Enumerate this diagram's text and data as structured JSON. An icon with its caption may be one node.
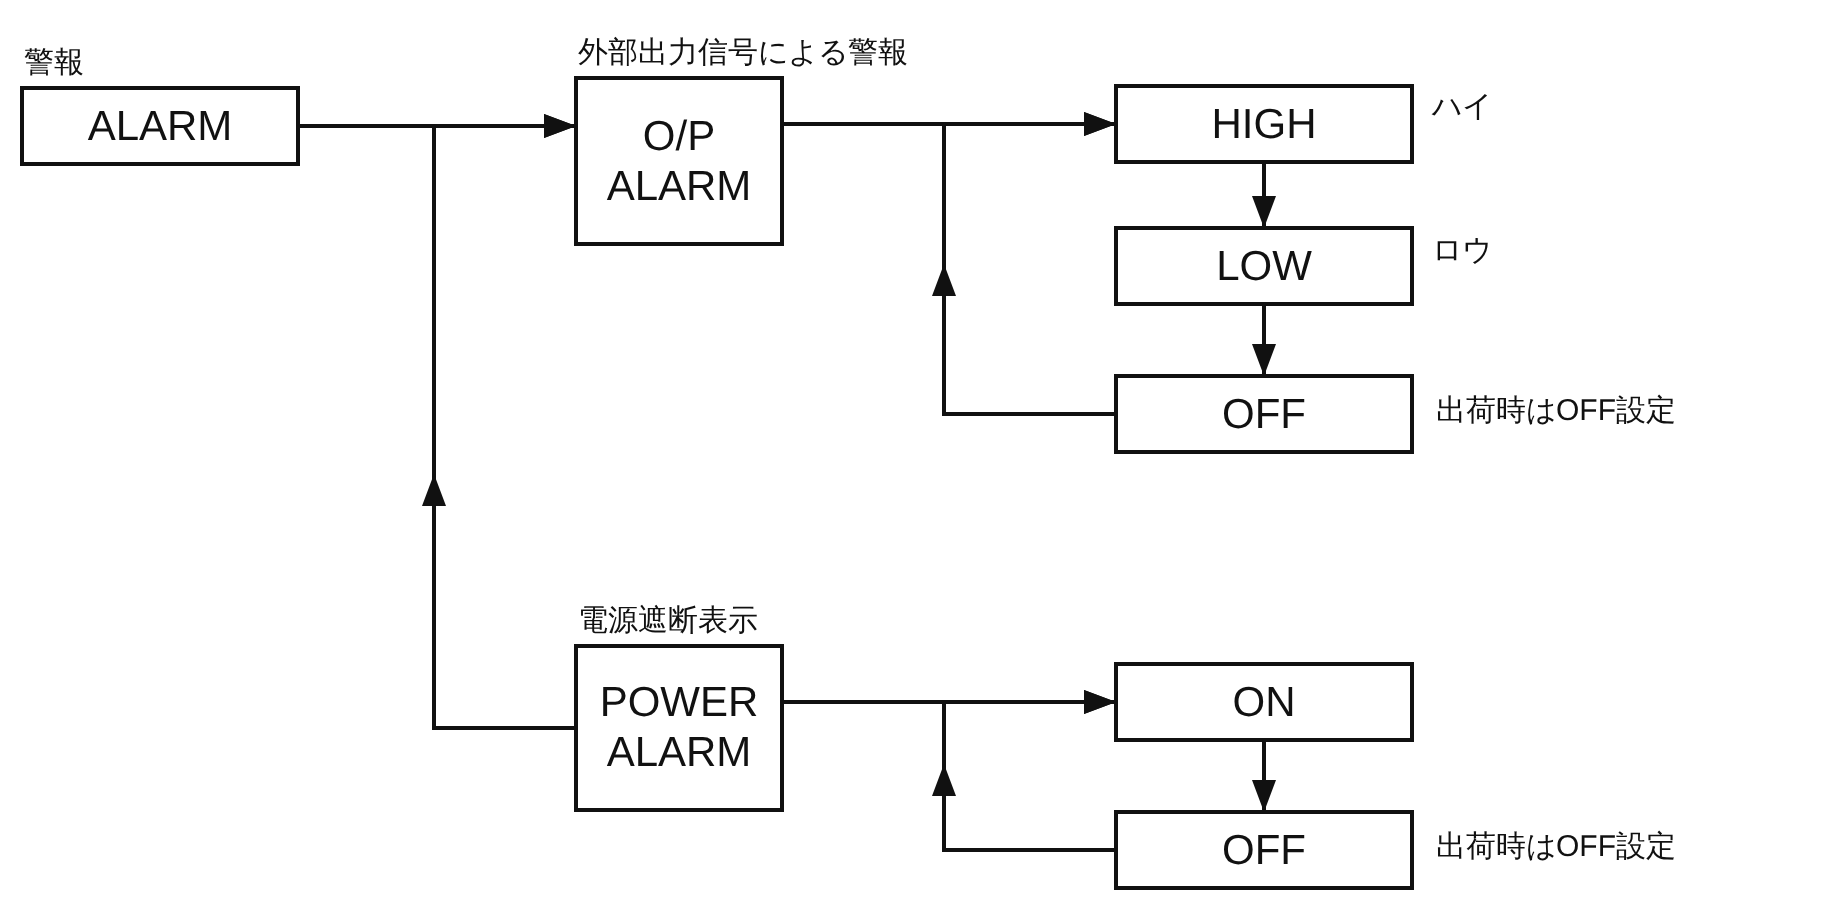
{
  "diagram": {
    "nodes": [
      {
        "text": [
          "警報",
          "ALARM"
        ]
      },
      {
        "text": [
          "外部出力信号による警報",
          "O/P ALARM"
        ]
      },
      {
        "text": [
          "HIGH"
        ],
        "beside": [
          "ハイ"
        ]
      },
      {
        "text": [
          "LOW"
        ],
        "beside": [
          "ロウ"
        ]
      },
      {
        "text": [
          "OFF"
        ],
        "beside": [
          "出荷時はOFF設定"
        ]
      },
      {
        "text": [
          "電源遮断表示",
          "POWER ALARM"
        ]
      },
      {
        "text": [
          "ON"
        ]
      },
      {
        "text": [
          "OFF"
        ],
        "beside": [
          "出荷時はOFF設定"
        ]
      }
    ],
    "edges": [
      {
        "from": 0,
        "to": 1,
        "arrow": "to"
      },
      {
        "from": 5,
        "to": 1,
        "arrow": "to"
      },
      {
        "from": 1,
        "to": 2,
        "arrow": "to"
      },
      {
        "from": 2,
        "to": 3,
        "arrow": "to"
      },
      {
        "from": 3,
        "to": 4,
        "arrow": "to"
      },
      {
        "from": 4,
        "to": 2,
        "arrow": "to"
      },
      {
        "from": 5,
        "to": 6,
        "arrow": "to"
      },
      {
        "from": 6,
        "to": 7,
        "arrow": "to"
      },
      {
        "from": 7,
        "to": 6,
        "arrow": "to"
      }
    ]
  }
}
